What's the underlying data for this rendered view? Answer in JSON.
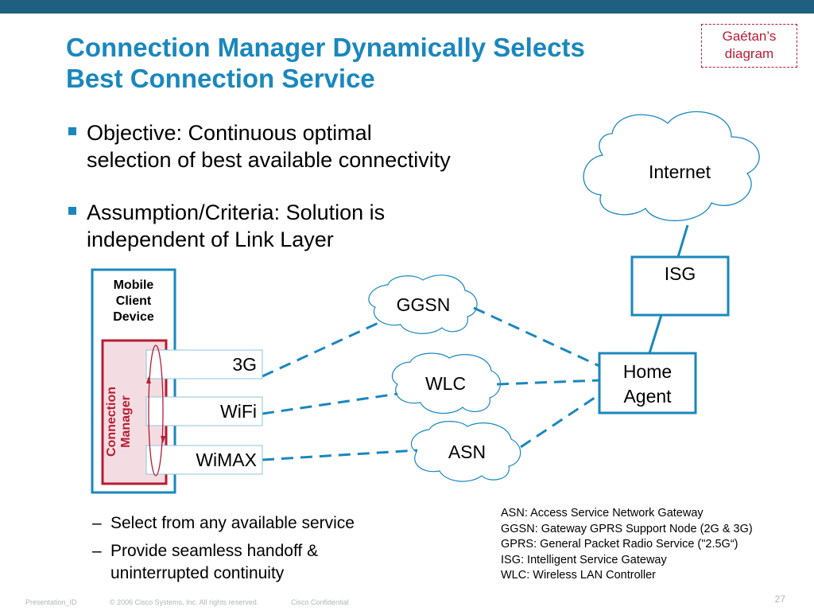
{
  "title": {
    "line1": "Connection Manager Dynamically Selects",
    "line2": "Best Connection Service"
  },
  "note": {
    "line1": "Gaétan’s",
    "line2": "diagram"
  },
  "bullets": [
    {
      "line1": "Objective: Continuous optimal",
      "line2": "selection of best available connectivity"
    },
    {
      "line1": "Assumption/Criteria: Solution is",
      "line2": "independent of Link Layer"
    }
  ],
  "sub_bullets": [
    {
      "dash": "–",
      "line1": "Select from any available service"
    },
    {
      "dash": "–",
      "line1": "Provide seamless handoff &",
      "line2": "uninterrupted continuity"
    }
  ],
  "diagram": {
    "internet": "Internet",
    "isg": "ISG",
    "home_agent": {
      "line1": "Home",
      "line2": "Agent"
    },
    "ggsn": "GGSN",
    "wlc": "WLC",
    "asn": "ASN",
    "device": {
      "line1": "Mobile",
      "line2": "Client",
      "line3": "Device"
    },
    "connection_manager": {
      "line1": "Connection",
      "line2": "Manager"
    },
    "interfaces": [
      "3G",
      "WiFi",
      "WiMAX"
    ]
  },
  "legend": [
    "ASN: Access Service Network Gateway",
    "GGSN: Gateway GPRS Support Node (2G & 3G)",
    "GPRS: General Packet Radio Service (\"2.5G“)",
    "ISG: Intelligent Service Gateway",
    "WLC: Wireless LAN Controller"
  ],
  "footer": {
    "presentation_id": "Presentation_ID",
    "copyright": "© 2006 Cisco Systems, Inc. All rights reserved.",
    "confidential": "Cisco Confidential",
    "page": "27"
  },
  "colors": {
    "title": "#1a87bd",
    "accent_blue": "#1a87bd",
    "topbar": "#1f5f7f",
    "connection_manager": "#b71c35",
    "connection_manager_fill": "#f3dde2",
    "link": "#1a87bd"
  }
}
